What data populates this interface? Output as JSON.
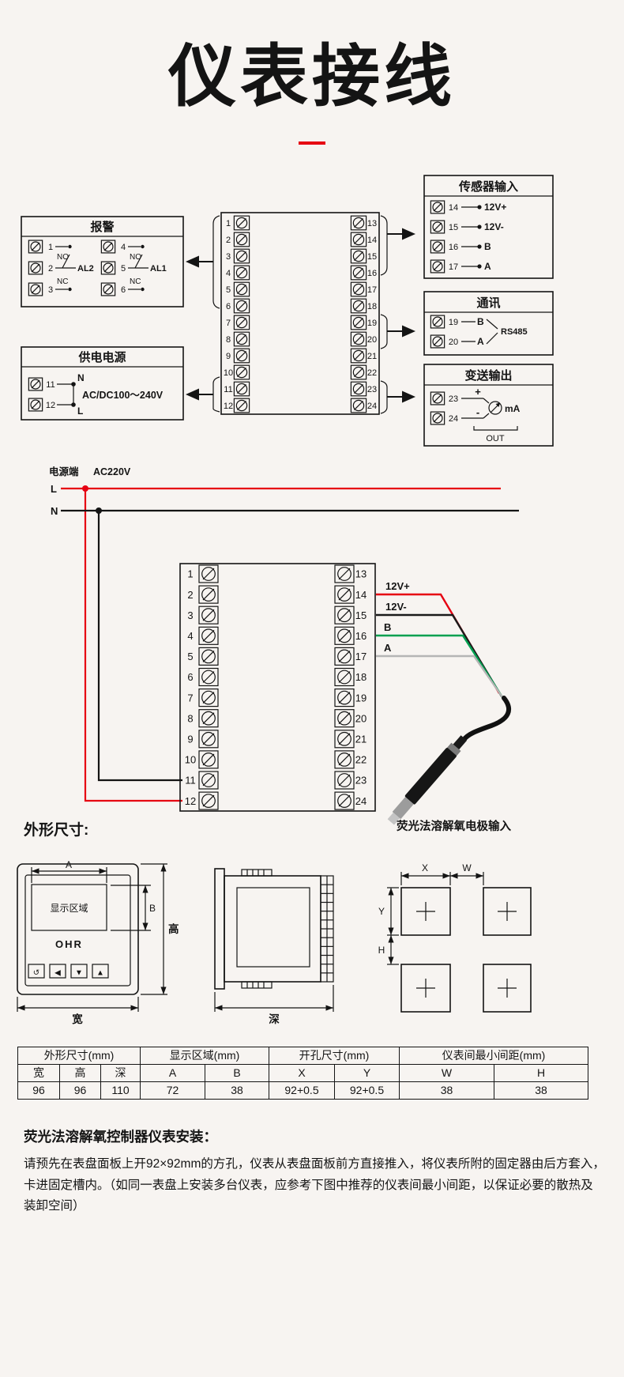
{
  "page": {
    "title": "仪表接线"
  },
  "colors": {
    "red": "#e60012",
    "black": "#141414",
    "green": "#00a050",
    "gray": "#b5b5b5",
    "background": "#f7f4f1"
  },
  "diagram1": {
    "alarm": {
      "title": "报警",
      "groups": [
        {
          "terminals": [
            "1",
            "2",
            "3"
          ],
          "no_label": "NO",
          "nc_label": "NC",
          "relay_label": "AL2"
        },
        {
          "terminals": [
            "4",
            "5",
            "6"
          ],
          "no_label": "NO",
          "nc_label": "NC",
          "relay_label": "AL1"
        }
      ]
    },
    "power": {
      "title": "供电电源",
      "terminals": [
        "11",
        "12"
      ],
      "n_label": "N",
      "l_label": "L",
      "voltage": "AC/DC100～240V"
    },
    "sensor": {
      "title": "传感器输入",
      "rows": [
        {
          "no": "14",
          "label": "12V+"
        },
        {
          "no": "15",
          "label": "12V-"
        },
        {
          "no": "16",
          "label": "B"
        },
        {
          "no": "17",
          "label": "A"
        }
      ]
    },
    "comm": {
      "title": "通讯",
      "rows": [
        {
          "no": "19",
          "label": "B"
        },
        {
          "no": "20",
          "label": "A"
        }
      ],
      "protocol": "RS485"
    },
    "output": {
      "title": "变送输出",
      "rows": [
        {
          "no": "23",
          "label": "+"
        },
        {
          "no": "24",
          "label": "-"
        }
      ],
      "unit": "mA",
      "out_label": "OUT"
    },
    "left_terminals": [
      "1",
      "2",
      "3",
      "4",
      "5",
      "6",
      "7",
      "8",
      "9",
      "10",
      "11",
      "12"
    ],
    "right_terminals": [
      "13",
      "14",
      "15",
      "16",
      "17",
      "18",
      "19",
      "20",
      "21",
      "22",
      "23",
      "24"
    ]
  },
  "diagram2": {
    "power_label": "电源端",
    "voltage": "AC220V",
    "l_label": "L",
    "n_label": "N",
    "wires": [
      {
        "label": "12V+",
        "color": "#e60012"
      },
      {
        "label": "12V-",
        "color": "#1a1a1a"
      },
      {
        "label": "B",
        "color": "#00a050"
      },
      {
        "label": "A",
        "color": "#b5b5b5"
      }
    ],
    "probe_label": "荧光法溶解氧电极输入"
  },
  "dimensions": {
    "heading": "外形尺寸:",
    "front": {
      "display_label": "显示区域",
      "brand": "OHR",
      "buttons": [
        "↺",
        "◀",
        "▼",
        "▲"
      ],
      "dim_a": "A",
      "dim_b": "B",
      "width_label": "宽",
      "height_label": "高"
    },
    "side": {
      "depth_label": "深"
    },
    "cutout": {
      "x": "X",
      "y": "Y",
      "w": "W",
      "h": "H"
    }
  },
  "table": {
    "groups": [
      {
        "label": "外形尺寸(mm)",
        "span": 3
      },
      {
        "label": "显示区域(mm)",
        "span": 2
      },
      {
        "label": "开孔尺寸(mm)",
        "span": 2
      },
      {
        "label": "仪表间最小间距(mm)",
        "span": 2
      }
    ],
    "headers": [
      "宽",
      "高",
      "深",
      "A",
      "B",
      "X",
      "Y",
      "W",
      "H"
    ],
    "values": [
      "96",
      "96",
      "110",
      "72",
      "38",
      "92+0.5",
      "92+0.5",
      "38",
      "38"
    ]
  },
  "install": {
    "heading": "荧光法溶解氧控制器仪表安装：",
    "body": "请预先在表盘面板上开92×92mm的方孔，仪表从表盘面板前方直接推入，将仪表所附的固定器由后方套入，卡进固定槽内。（如同一表盘上安装多台仪表，应参考下图中推荐的仪表间最小间距，以保证必要的散热及装卸空间）"
  }
}
